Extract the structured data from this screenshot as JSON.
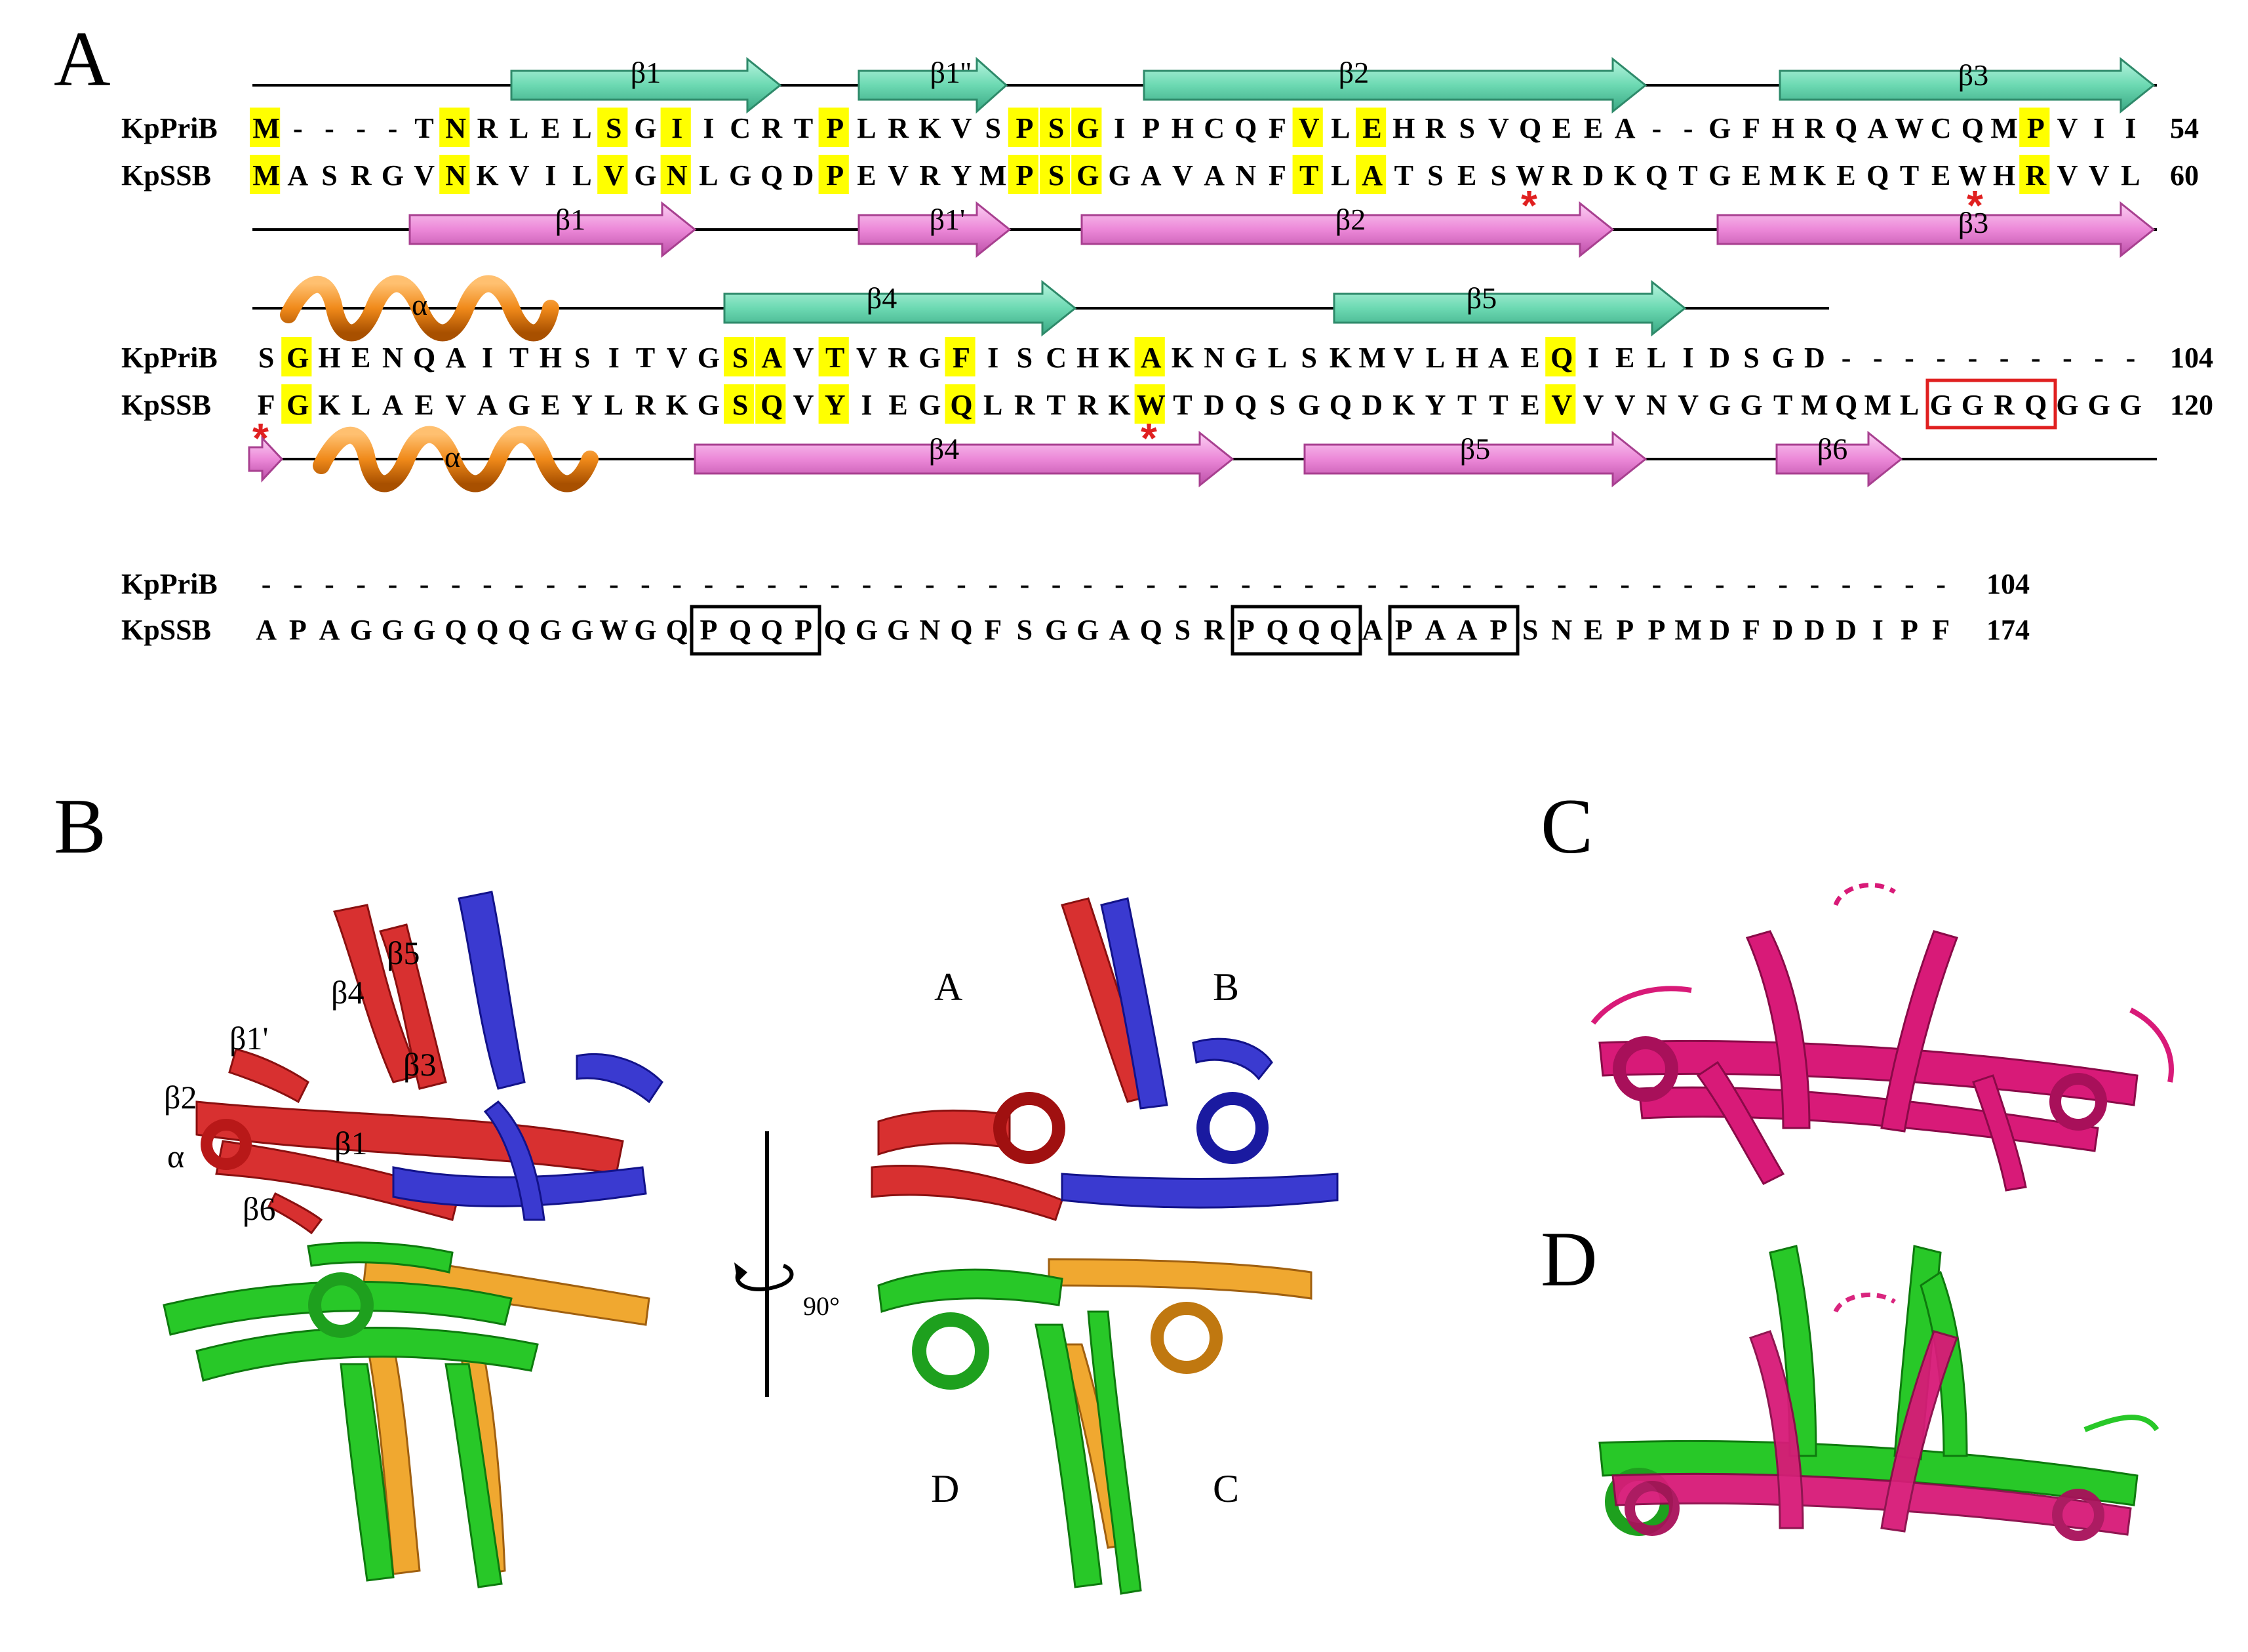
{
  "panels": {
    "a": "A",
    "b": "B",
    "c": "C",
    "d": "D"
  },
  "colors": {
    "highlight": "#ffff00",
    "priB_strand": "#7fe3c0",
    "ssb_strand": "#f08fe0",
    "helix": "#f08a1a",
    "grey_residue": "#9a9a9a",
    "red_box": "#e02020",
    "black_box": "#000000",
    "chain_A": "#d83030",
    "chain_B": "#3a3ad0",
    "chain_C": "#f0a830",
    "chain_D": "#28c828",
    "panel_C_D_magenta": "#d81a78"
  },
  "alignment": {
    "block1": {
      "top_ss": [
        {
          "type": "strand",
          "label": "β1"
        },
        {
          "type": "strand",
          "label": "β1''"
        },
        {
          "type": "strand",
          "label": "β2"
        },
        {
          "type": "strand",
          "label": "β3"
        }
      ],
      "row1": {
        "name": "KpPriB",
        "seq": "M----TNRLELSGIICRTPLRKVSPSGIPHCQFVLEHRSVQEEA--GFHRQAWCQMPVII",
        "end": "54"
      },
      "row2": {
        "name": "KpSSB",
        "seq": "MASRGVNKVILVGNLGQDPEVRYMPSGGAVANFTLATSESWRDKQTGEMKEQTEWHRVVL",
        "end": "60"
      },
      "bottom_ss": [
        {
          "type": "strand",
          "label": "β1"
        },
        {
          "type": "strand",
          "label": "β1'"
        },
        {
          "type": "strand",
          "label": "β2"
        },
        {
          "type": "strand",
          "label": "β3"
        }
      ]
    },
    "block2": {
      "top_ss": [
        {
          "type": "helix",
          "label": "α"
        },
        {
          "type": "strand",
          "label": "β4"
        },
        {
          "type": "strand",
          "label": "β5"
        }
      ],
      "row1": {
        "name": "KpPriB",
        "seq": "SGHENQAITHSITVGSAVTVRGFISCHKAKNGLSKMVLHAEQIELIDSGD----------",
        "end": "104"
      },
      "row2": {
        "name": "KpSSB",
        "seq": "FGKLAEVAGEYLRKGSQVYIEGQLRTRKWTDQSGQDKYTTEVVVNVGGTMQMLGGRQGGG",
        "end": "120"
      },
      "bottom_ss": [
        {
          "type": "strand",
          "label": ""
        },
        {
          "type": "helix",
          "label": "α"
        },
        {
          "type": "strand",
          "label": "β4"
        },
        {
          "type": "strand",
          "label": "β5"
        },
        {
          "type": "strand",
          "label": "β6"
        }
      ]
    },
    "block3": {
      "row1": {
        "name": "KpPriB",
        "seq": "------------------------------------------------------",
        "end": "104"
      },
      "row2": {
        "name": "KpSSB",
        "seq": "APAGGGQQQGGWGQPQQPQGGNQFSGGAQSRPQQQAPAAPSNEPPMDFDDDIPF",
        "end": "174"
      }
    }
  },
  "panel_b": {
    "left_labels": [
      "β5",
      "β4",
      "β1'",
      "β3",
      "β2",
      "β1",
      "α",
      "β6"
    ],
    "right_labels": [
      "A",
      "B",
      "D",
      "C"
    ],
    "rotation": "90°"
  }
}
